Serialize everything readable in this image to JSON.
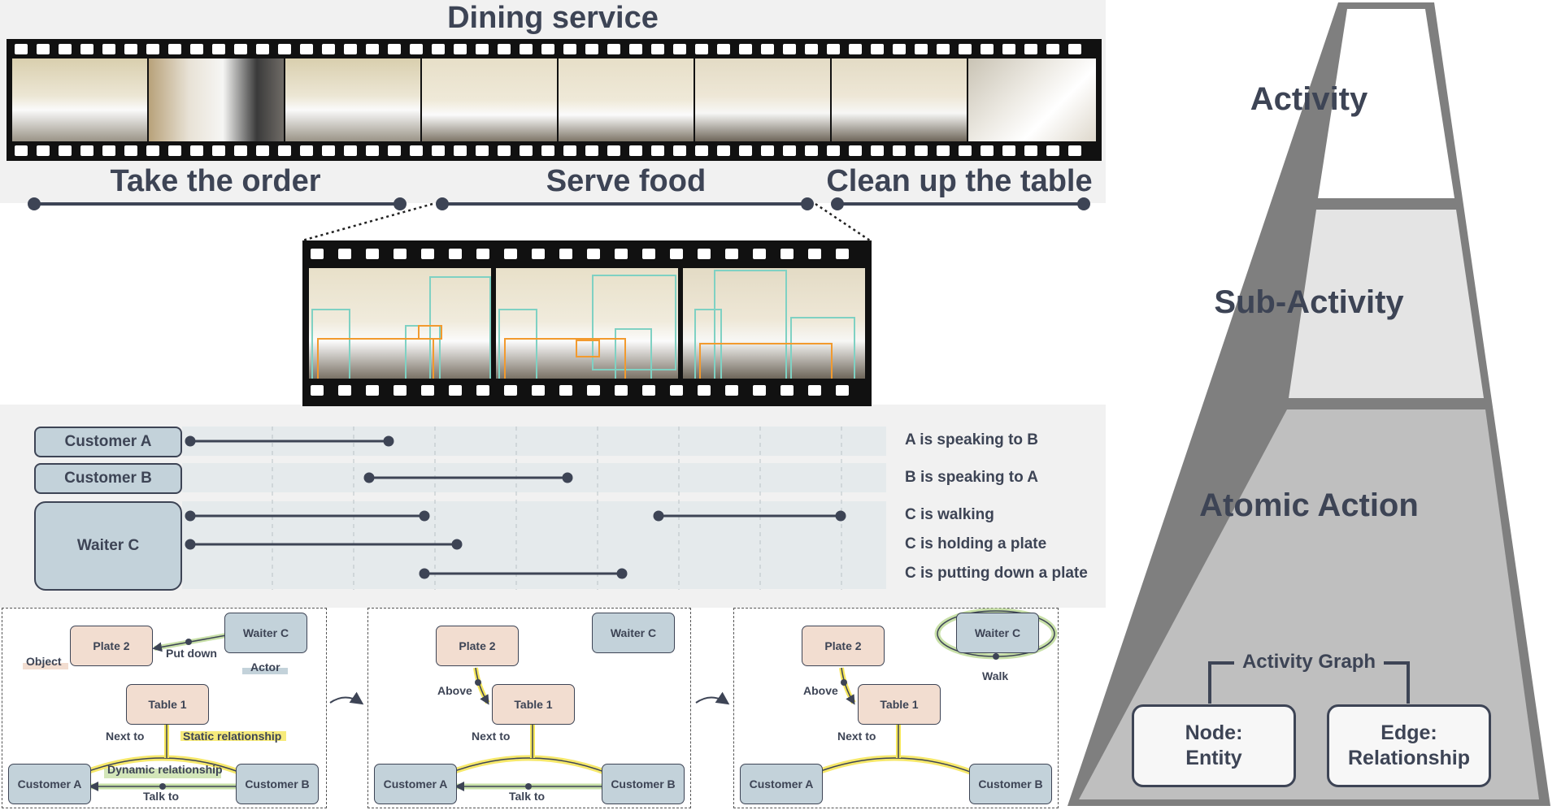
{
  "top": {
    "title": "Dining service",
    "segments": [
      "Take the order",
      "Serve food",
      "Clean up the table"
    ]
  },
  "pyramid": {
    "activity": "Activity",
    "sub_activity": "Sub-Activity",
    "atomic_action": "Atomic Action",
    "graph_title": "Activity Graph",
    "node_label": "Node:\nEntity",
    "edge_label": "Edge:\nRelationship"
  },
  "timeline": {
    "actors": [
      "Customer A",
      "Customer B",
      "Waiter C"
    ],
    "actions": [
      "A is speaking to B",
      "B is speaking to A",
      "C is walking",
      "C is holding a plate",
      "C is putting down a plate"
    ]
  },
  "graphs": [
    {
      "nodes": {
        "plate": "Plate 2",
        "waiter": "Waiter C",
        "table": "Table 1",
        "custA": "Customer A",
        "custB": "Customer B"
      },
      "edges": {
        "put_down": "Put down",
        "next_to": "Next to",
        "talk_to": "Talk to"
      },
      "legend": {
        "object": "Object",
        "actor": "Actor",
        "static": "Static relationship",
        "dynamic": "Dynamic relationship"
      }
    },
    {
      "nodes": {
        "plate": "Plate 2",
        "waiter": "Waiter C",
        "table": "Table 1",
        "custA": "Customer A",
        "custB": "Customer B"
      },
      "edges": {
        "above": "Above",
        "next_to": "Next to",
        "talk_to": "Talk to"
      }
    },
    {
      "nodes": {
        "plate": "Plate 2",
        "waiter": "Waiter C",
        "table": "Table 1",
        "custA": "Customer A",
        "custB": "Customer B"
      },
      "edges": {
        "above": "Above",
        "walk": "Walk",
        "next_to": "Next to"
      }
    }
  ],
  "colors": {
    "text": "#3d4455",
    "actor": "#c3d2da",
    "object": "#f2ddd0",
    "lane": "#e5eaec",
    "band": "#f1f1f1",
    "static": "#f5e65a",
    "dynamic": "#c8e0a8",
    "box_teal": "#7fd1c3",
    "box_orange": "#f29a2e"
  }
}
